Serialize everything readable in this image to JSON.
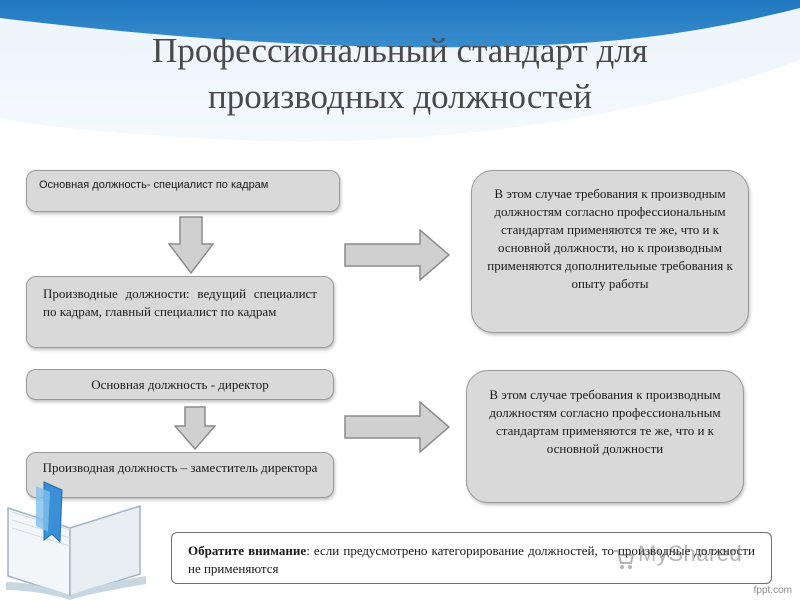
{
  "slide": {
    "title_line1": "Профессиональный стандарт для",
    "title_line2": "производных должностей"
  },
  "boxes": {
    "base_position_1": "Основная должность- специалист по кадрам",
    "derived_positions_1": "Производные должности: ведущий специалист по кадрам, главный специалист по кадрам",
    "base_position_2": "Основная должность - директор",
    "derived_position_2": "Производная должность – заместитель директора",
    "requirements_1": "В этом случае требования к производным должностям согласно профессиональным стандартам применяются те же, что и к основной должности, но к производным применяются дополнительные требования к опыту работы",
    "requirements_2": "В этом случае требования к производным должностям согласно профессиональным стандартам применяются те же, что и к основной должности"
  },
  "note": {
    "label": "Обратите внимание",
    "text": ": если предусмотрено категорирование должностей, то производные должности не применяются"
  },
  "watermark": {
    "text": "MyShared",
    "footer": "fppt.com"
  },
  "colors": {
    "header_blue": "#2f8fd0",
    "box_fill": "#d9d9d9",
    "arrow_fill": "#d0d0d0"
  }
}
